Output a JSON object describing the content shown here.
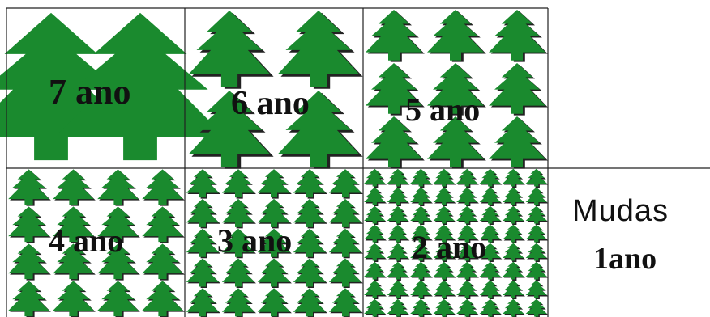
{
  "title_fragment": "ca colta de  ca  estal  eci e",
  "tree_color": "#1a8a2e",
  "tree_shadow_color": "#222222",
  "grid": [
    {
      "label": "7 ano",
      "density": 2
    },
    {
      "label": "6 ano",
      "density": 4
    },
    {
      "label": "5 ano",
      "density": 9
    },
    {
      "label": "4 ano",
      "density": 16
    },
    {
      "label": "3 ano",
      "density": 25
    },
    {
      "label": "2 ano",
      "density": 64
    }
  ],
  "mudas": {
    "word": "Mudas",
    "year": "1ano"
  }
}
